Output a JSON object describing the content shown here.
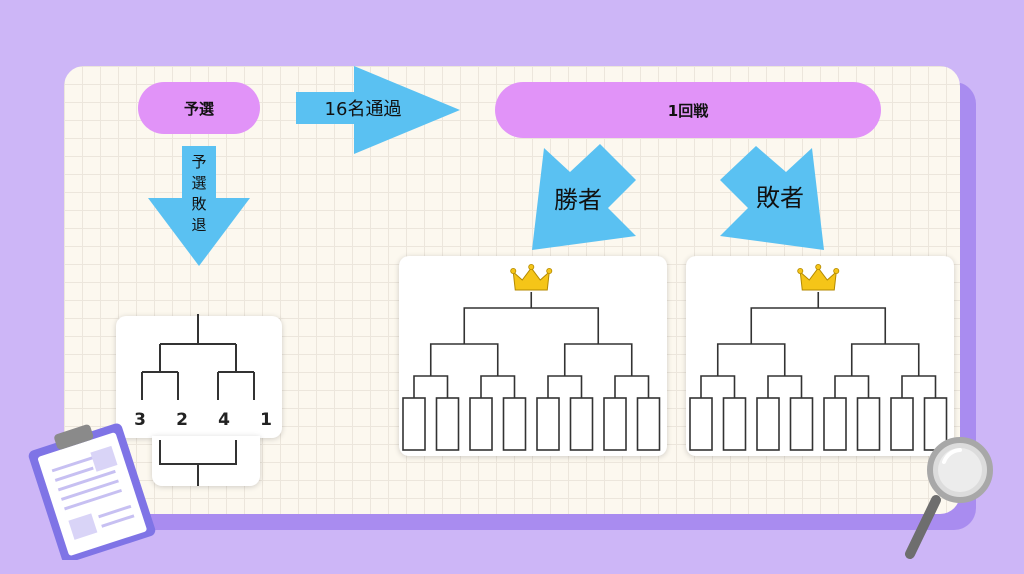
{
  "stages": {
    "prelim_label": "予選",
    "advance_label": "16名通過",
    "round1_label": "1回戦",
    "eliminated_chars": [
      "予",
      "選",
      "敗",
      "退"
    ],
    "winners_label": "勝者",
    "losers_label": "敗者"
  },
  "prelim_bracket": {
    "seeds": [
      "3",
      "2",
      "4",
      "1"
    ]
  },
  "colors": {
    "background": "#cdb6f7",
    "board": "#fcf8ef",
    "pill": "#e193f8",
    "arrow": "#5ac1f2",
    "crown": "#f5c518"
  },
  "icons": {
    "crown": "crown-icon",
    "clipboard": "clipboard-icon",
    "magnifier": "magnifying-glass-icon"
  }
}
